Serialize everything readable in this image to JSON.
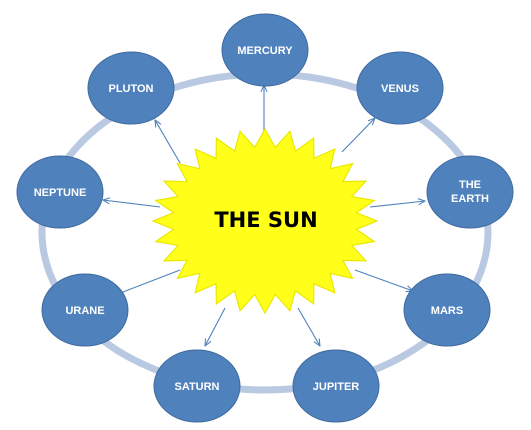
{
  "center": {
    "label": "THE SUN",
    "fill_color": "#ffff1a",
    "stroke_color": "#e8e800"
  },
  "planets": [
    {
      "id": "mercury",
      "lines": [
        "MERCURY"
      ]
    },
    {
      "id": "venus",
      "lines": [
        "VENUS"
      ]
    },
    {
      "id": "earth",
      "lines": [
        "THE",
        "EARTH"
      ]
    },
    {
      "id": "mars",
      "lines": [
        "MARS"
      ]
    },
    {
      "id": "jupiter",
      "lines": [
        "JUPITER"
      ]
    },
    {
      "id": "saturn",
      "lines": [
        "SATURN"
      ]
    },
    {
      "id": "urane",
      "lines": [
        "URANE"
      ]
    },
    {
      "id": "neptune",
      "lines": [
        "NEPTUNE"
      ]
    },
    {
      "id": "pluton",
      "lines": [
        "PLUTON"
      ]
    }
  ],
  "colors": {
    "planet_fill": "#4f81bd",
    "planet_stroke": "#3f6a9e",
    "ring": "#b9c9e2",
    "arrow": "#4f81bd"
  }
}
